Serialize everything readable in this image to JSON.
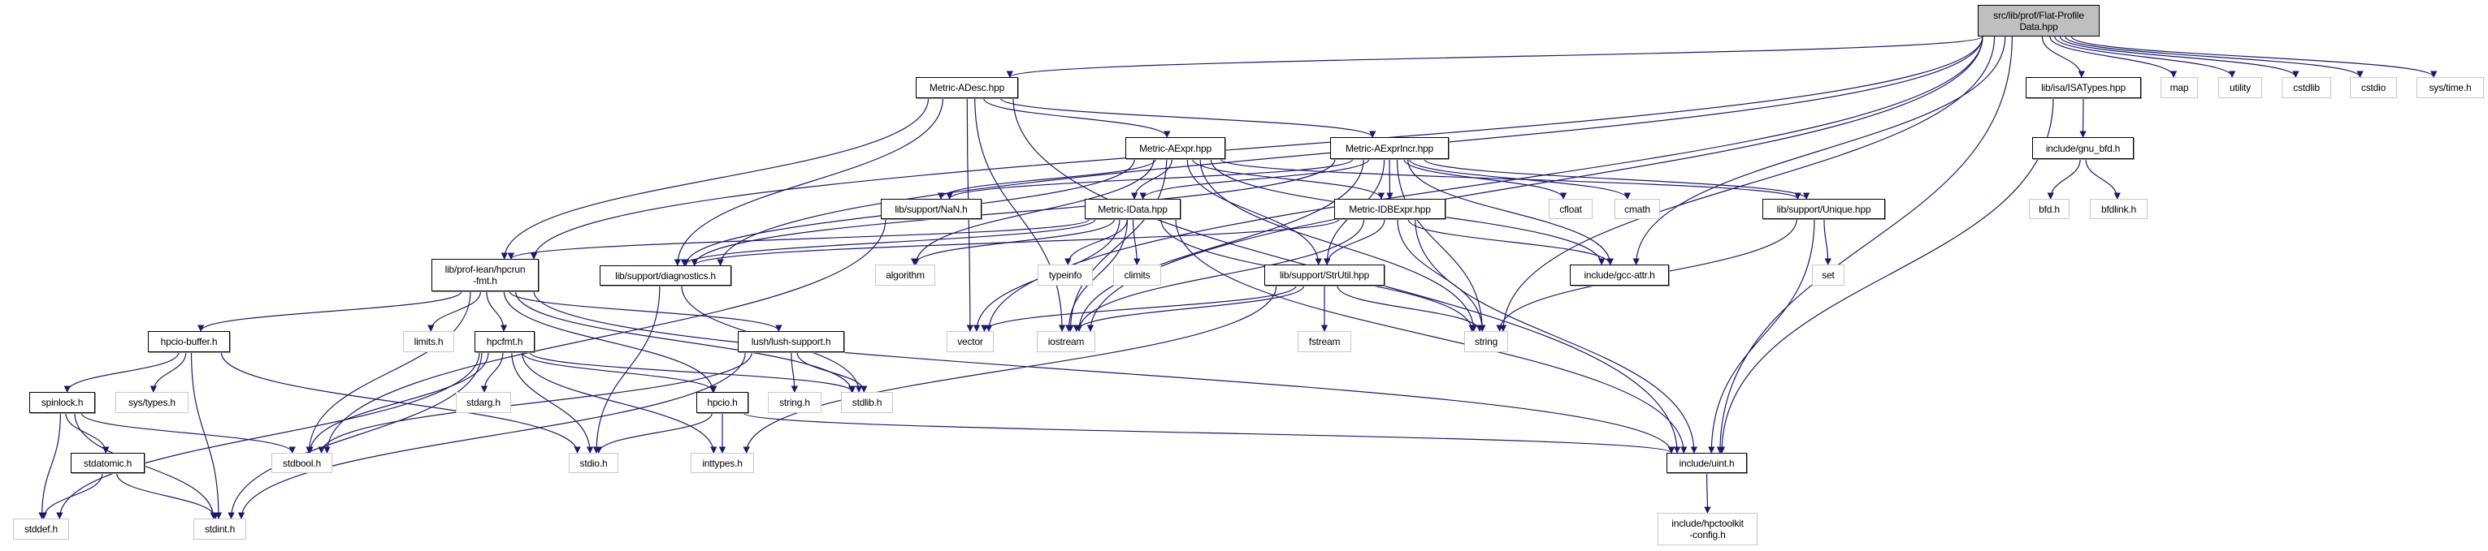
{
  "graph": {
    "edge_color": "#191970",
    "root_fill": "#bfbfbf",
    "nodes": [
      {
        "id": "root",
        "label": "src/lib/prof/Flat-Profile\nData.hpp",
        "kind": "root"
      },
      {
        "id": "adesc",
        "label": "Metric-ADesc.hpp",
        "kind": "doc"
      },
      {
        "id": "isatypes",
        "label": "lib/isa/ISATypes.hpp",
        "kind": "doc"
      },
      {
        "id": "map",
        "label": "map",
        "kind": "ext"
      },
      {
        "id": "utility",
        "label": "utility",
        "kind": "ext"
      },
      {
        "id": "cstdlib",
        "label": "cstdlib",
        "kind": "ext"
      },
      {
        "id": "cstdio",
        "label": "cstdio",
        "kind": "ext"
      },
      {
        "id": "systime",
        "label": "sys/time.h",
        "kind": "ext"
      },
      {
        "id": "aexpr",
        "label": "Metric-AExpr.hpp",
        "kind": "doc"
      },
      {
        "id": "aexprincr",
        "label": "Metric-AExprIncr.hpp",
        "kind": "doc"
      },
      {
        "id": "gnubfd",
        "label": "include/gnu_bfd.h",
        "kind": "doc"
      },
      {
        "id": "nan",
        "label": "lib/support/NaN.h",
        "kind": "doc"
      },
      {
        "id": "idata",
        "label": "Metric-IData.hpp",
        "kind": "doc"
      },
      {
        "id": "idbexpr",
        "label": "Metric-IDBExpr.hpp",
        "kind": "doc"
      },
      {
        "id": "cfloat",
        "label": "cfloat",
        "kind": "ext"
      },
      {
        "id": "cmath",
        "label": "cmath",
        "kind": "ext"
      },
      {
        "id": "unique",
        "label": "lib/support/Unique.hpp",
        "kind": "doc"
      },
      {
        "id": "bfd",
        "label": "bfd.h",
        "kind": "ext"
      },
      {
        "id": "bfdlink",
        "label": "bfdlink.h",
        "kind": "ext"
      },
      {
        "id": "hpcrunfmt",
        "label": "lib/prof-lean/hpcrun\n-fmt.h",
        "kind": "doc"
      },
      {
        "id": "diag",
        "label": "lib/support/diagnostics.h",
        "kind": "doc"
      },
      {
        "id": "algorithm",
        "label": "algorithm",
        "kind": "ext"
      },
      {
        "id": "typeinfo",
        "label": "typeinfo",
        "kind": "ext"
      },
      {
        "id": "climits",
        "label": "climits",
        "kind": "ext"
      },
      {
        "id": "strutil",
        "label": "lib/support/StrUtil.hpp",
        "kind": "doc"
      },
      {
        "id": "gccattr",
        "label": "include/gcc-attr.h",
        "kind": "doc"
      },
      {
        "id": "set",
        "label": "set",
        "kind": "ext"
      },
      {
        "id": "hpciobuffer",
        "label": "hpcio-buffer.h",
        "kind": "doc"
      },
      {
        "id": "limits",
        "label": "limits.h",
        "kind": "ext"
      },
      {
        "id": "hpcfmt",
        "label": "hpcfmt.h",
        "kind": "doc"
      },
      {
        "id": "lush",
        "label": "lush/lush-support.h",
        "kind": "doc"
      },
      {
        "id": "vector",
        "label": "vector",
        "kind": "ext"
      },
      {
        "id": "iostream",
        "label": "iostream",
        "kind": "ext"
      },
      {
        "id": "fstream",
        "label": "fstream",
        "kind": "ext"
      },
      {
        "id": "string",
        "label": "string",
        "kind": "ext"
      },
      {
        "id": "spinlock",
        "label": "spinlock.h",
        "kind": "doc"
      },
      {
        "id": "systypes",
        "label": "sys/types.h",
        "kind": "ext"
      },
      {
        "id": "stdarg",
        "label": "stdarg.h",
        "kind": "ext"
      },
      {
        "id": "hpcio",
        "label": "hpcio.h",
        "kind": "doc"
      },
      {
        "id": "stringh",
        "label": "string.h",
        "kind": "ext"
      },
      {
        "id": "stdlib",
        "label": "stdlib.h",
        "kind": "ext"
      },
      {
        "id": "stdatomic",
        "label": "stdatomic.h",
        "kind": "doc"
      },
      {
        "id": "stdbool",
        "label": "stdbool.h",
        "kind": "ext"
      },
      {
        "id": "stdio",
        "label": "stdio.h",
        "kind": "ext"
      },
      {
        "id": "inttypes",
        "label": "inttypes.h",
        "kind": "ext"
      },
      {
        "id": "uint",
        "label": "include/uint.h",
        "kind": "doc"
      },
      {
        "id": "stddef",
        "label": "stddef.h",
        "kind": "ext"
      },
      {
        "id": "stdint",
        "label": "stdint.h",
        "kind": "ext"
      },
      {
        "id": "hpctkconfig",
        "label": "include/hpctoolkit\n-config.h",
        "kind": "ext"
      }
    ],
    "edges": [
      [
        "root",
        "adesc"
      ],
      [
        "root",
        "isatypes"
      ],
      [
        "root",
        "map"
      ],
      [
        "root",
        "utility"
      ],
      [
        "root",
        "cstdlib"
      ],
      [
        "root",
        "cstdio"
      ],
      [
        "root",
        "systime"
      ],
      [
        "root",
        "hpcrunfmt"
      ],
      [
        "root",
        "diag"
      ],
      [
        "root",
        "iostream"
      ],
      [
        "root",
        "gccattr"
      ],
      [
        "root",
        "uint"
      ],
      [
        "root",
        "string"
      ],
      [
        "root",
        "vector"
      ],
      [
        "adesc",
        "aexpr"
      ],
      [
        "adesc",
        "aexprincr"
      ],
      [
        "adesc",
        "hpcrunfmt"
      ],
      [
        "adesc",
        "diag"
      ],
      [
        "adesc",
        "iostream"
      ],
      [
        "adesc",
        "uint"
      ],
      [
        "adesc",
        "vector"
      ],
      [
        "aexpr",
        "nan"
      ],
      [
        "aexpr",
        "idata"
      ],
      [
        "aexpr",
        "algorithm"
      ],
      [
        "aexpr",
        "strutil"
      ],
      [
        "aexpr",
        "string"
      ],
      [
        "aexpr",
        "iostream"
      ],
      [
        "aexpr",
        "diag"
      ],
      [
        "aexpr",
        "unique"
      ],
      [
        "aexpr",
        "gccattr"
      ],
      [
        "aexpr",
        "idbexpr"
      ],
      [
        "aexprincr",
        "nan"
      ],
      [
        "aexprincr",
        "idata"
      ],
      [
        "aexprincr",
        "idbexpr"
      ],
      [
        "aexprincr",
        "strutil"
      ],
      [
        "aexprincr",
        "cfloat"
      ],
      [
        "aexprincr",
        "cmath"
      ],
      [
        "aexprincr",
        "unique"
      ],
      [
        "aexprincr",
        "gccattr"
      ],
      [
        "aexprincr",
        "string"
      ],
      [
        "aexprincr",
        "diag"
      ],
      [
        "aexprincr",
        "iostream"
      ],
      [
        "idata",
        "hpcrunfmt"
      ],
      [
        "idata",
        "diag"
      ],
      [
        "idata",
        "algorithm"
      ],
      [
        "idata",
        "vector"
      ],
      [
        "idata",
        "iostream"
      ],
      [
        "idata",
        "typeinfo"
      ],
      [
        "idata",
        "climits"
      ],
      [
        "idata",
        "string"
      ],
      [
        "idata",
        "uint"
      ],
      [
        "idbexpr",
        "strutil"
      ],
      [
        "idbexpr",
        "diag"
      ],
      [
        "idbexpr",
        "iostream"
      ],
      [
        "idbexpr",
        "string"
      ],
      [
        "idbexpr",
        "gccattr"
      ],
      [
        "idbexpr",
        "uint"
      ],
      [
        "nan",
        "stdbool"
      ],
      [
        "strutil",
        "vector"
      ],
      [
        "strutil",
        "iostream"
      ],
      [
        "strutil",
        "fstream"
      ],
      [
        "strutil",
        "string"
      ],
      [
        "strutil",
        "inttypes"
      ],
      [
        "unique",
        "set"
      ],
      [
        "unique",
        "string"
      ],
      [
        "unique",
        "uint"
      ],
      [
        "isatypes",
        "gnubfd"
      ],
      [
        "isatypes",
        "uint"
      ],
      [
        "gnubfd",
        "bfd"
      ],
      [
        "gnubfd",
        "bfdlink"
      ],
      [
        "hpcrunfmt",
        "hpciobuffer"
      ],
      [
        "hpcrunfmt",
        "stdbool"
      ],
      [
        "hpcrunfmt",
        "limits"
      ],
      [
        "hpcrunfmt",
        "hpcfmt"
      ],
      [
        "hpcrunfmt",
        "hpcio"
      ],
      [
        "hpcrunfmt",
        "lush"
      ],
      [
        "hpcrunfmt",
        "uint"
      ],
      [
        "hpcrunfmt",
        "stdlib"
      ],
      [
        "diag",
        "stdio"
      ],
      [
        "diag",
        "stdlib"
      ],
      [
        "hpciobuffer",
        "spinlock"
      ],
      [
        "hpciobuffer",
        "systypes"
      ],
      [
        "hpciobuffer",
        "stdint"
      ],
      [
        "hpciobuffer",
        "stdio"
      ],
      [
        "hpcfmt",
        "stddef"
      ],
      [
        "hpcfmt",
        "stdbool"
      ],
      [
        "hpcfmt",
        "stdint"
      ],
      [
        "hpcfmt",
        "stdarg"
      ],
      [
        "hpcfmt",
        "stdio"
      ],
      [
        "hpcfmt",
        "hpcio"
      ],
      [
        "hpcfmt",
        "inttypes"
      ],
      [
        "hpcfmt",
        "stdlib"
      ],
      [
        "lush",
        "stdbool"
      ],
      [
        "lush",
        "stringh"
      ],
      [
        "lush",
        "stdlib"
      ],
      [
        "lush",
        "stdint"
      ],
      [
        "hpcio",
        "stdio"
      ],
      [
        "hpcio",
        "inttypes"
      ],
      [
        "hpcio",
        "uint"
      ],
      [
        "spinlock",
        "stddef"
      ],
      [
        "spinlock",
        "stdatomic"
      ],
      [
        "spinlock",
        "stdint"
      ],
      [
        "spinlock",
        "stdbool"
      ],
      [
        "stdatomic",
        "stddef"
      ],
      [
        "stdatomic",
        "stdint"
      ],
      [
        "uint",
        "hpctkconfig"
      ]
    ]
  }
}
